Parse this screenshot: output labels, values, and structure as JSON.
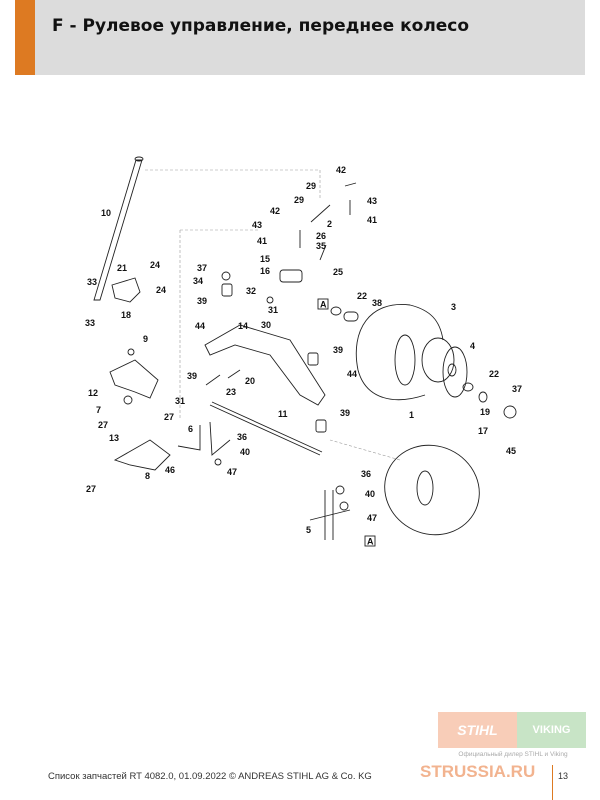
{
  "header": {
    "title": "F - Рулевое управление, переднее колесо",
    "accent_color": "#dd7a22"
  },
  "diagram": {
    "callouts": [
      "10",
      "42",
      "29",
      "43",
      "42",
      "29",
      "2",
      "41",
      "43",
      "26",
      "41",
      "35",
      "21",
      "24",
      "37",
      "15",
      "16",
      "25",
      "33",
      "34",
      "32",
      "24",
      "18",
      "39",
      "31",
      "22",
      "38",
      "33",
      "3",
      "44",
      "14",
      "30",
      "9",
      "39",
      "4",
      "12",
      "39",
      "23",
      "20",
      "44",
      "22",
      "37",
      "31",
      "7",
      "27",
      "11",
      "1",
      "19",
      "27",
      "6",
      "39",
      "13",
      "36",
      "17",
      "40",
      "45",
      "46",
      "8",
      "47",
      "36",
      "27",
      "40",
      "47",
      "5"
    ],
    "reference_marks": [
      "A",
      "A"
    ]
  },
  "footer": {
    "text": "Список запчастей RT 4082.0, 01.09.2022 © ANDREAS STIHL AG & Co. KG",
    "page_number": "13"
  },
  "watermark": {
    "stihl": "STIHL",
    "viking": "VIKING",
    "dealer": "Официальный дилер STIHL и Viking",
    "site": "STRUSSIA.RU"
  }
}
